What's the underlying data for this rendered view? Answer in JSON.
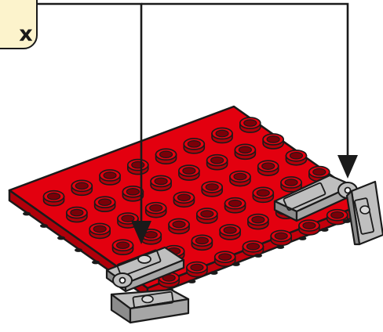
{
  "callout": {
    "label": "x"
  },
  "colors": {
    "plate": "#e3000f",
    "plate_dark": "#b0000a",
    "plate_hole": "#7a0008",
    "hinge": "#bfbfbf",
    "hinge_dark": "#8c8c8c",
    "outline": "#1a1a1a",
    "callout_bg": "#fcf3cc"
  },
  "scene": {
    "plate_studs": {
      "rows": 6,
      "columns": 8
    },
    "hinge_parts": 2,
    "arrows": 2
  }
}
